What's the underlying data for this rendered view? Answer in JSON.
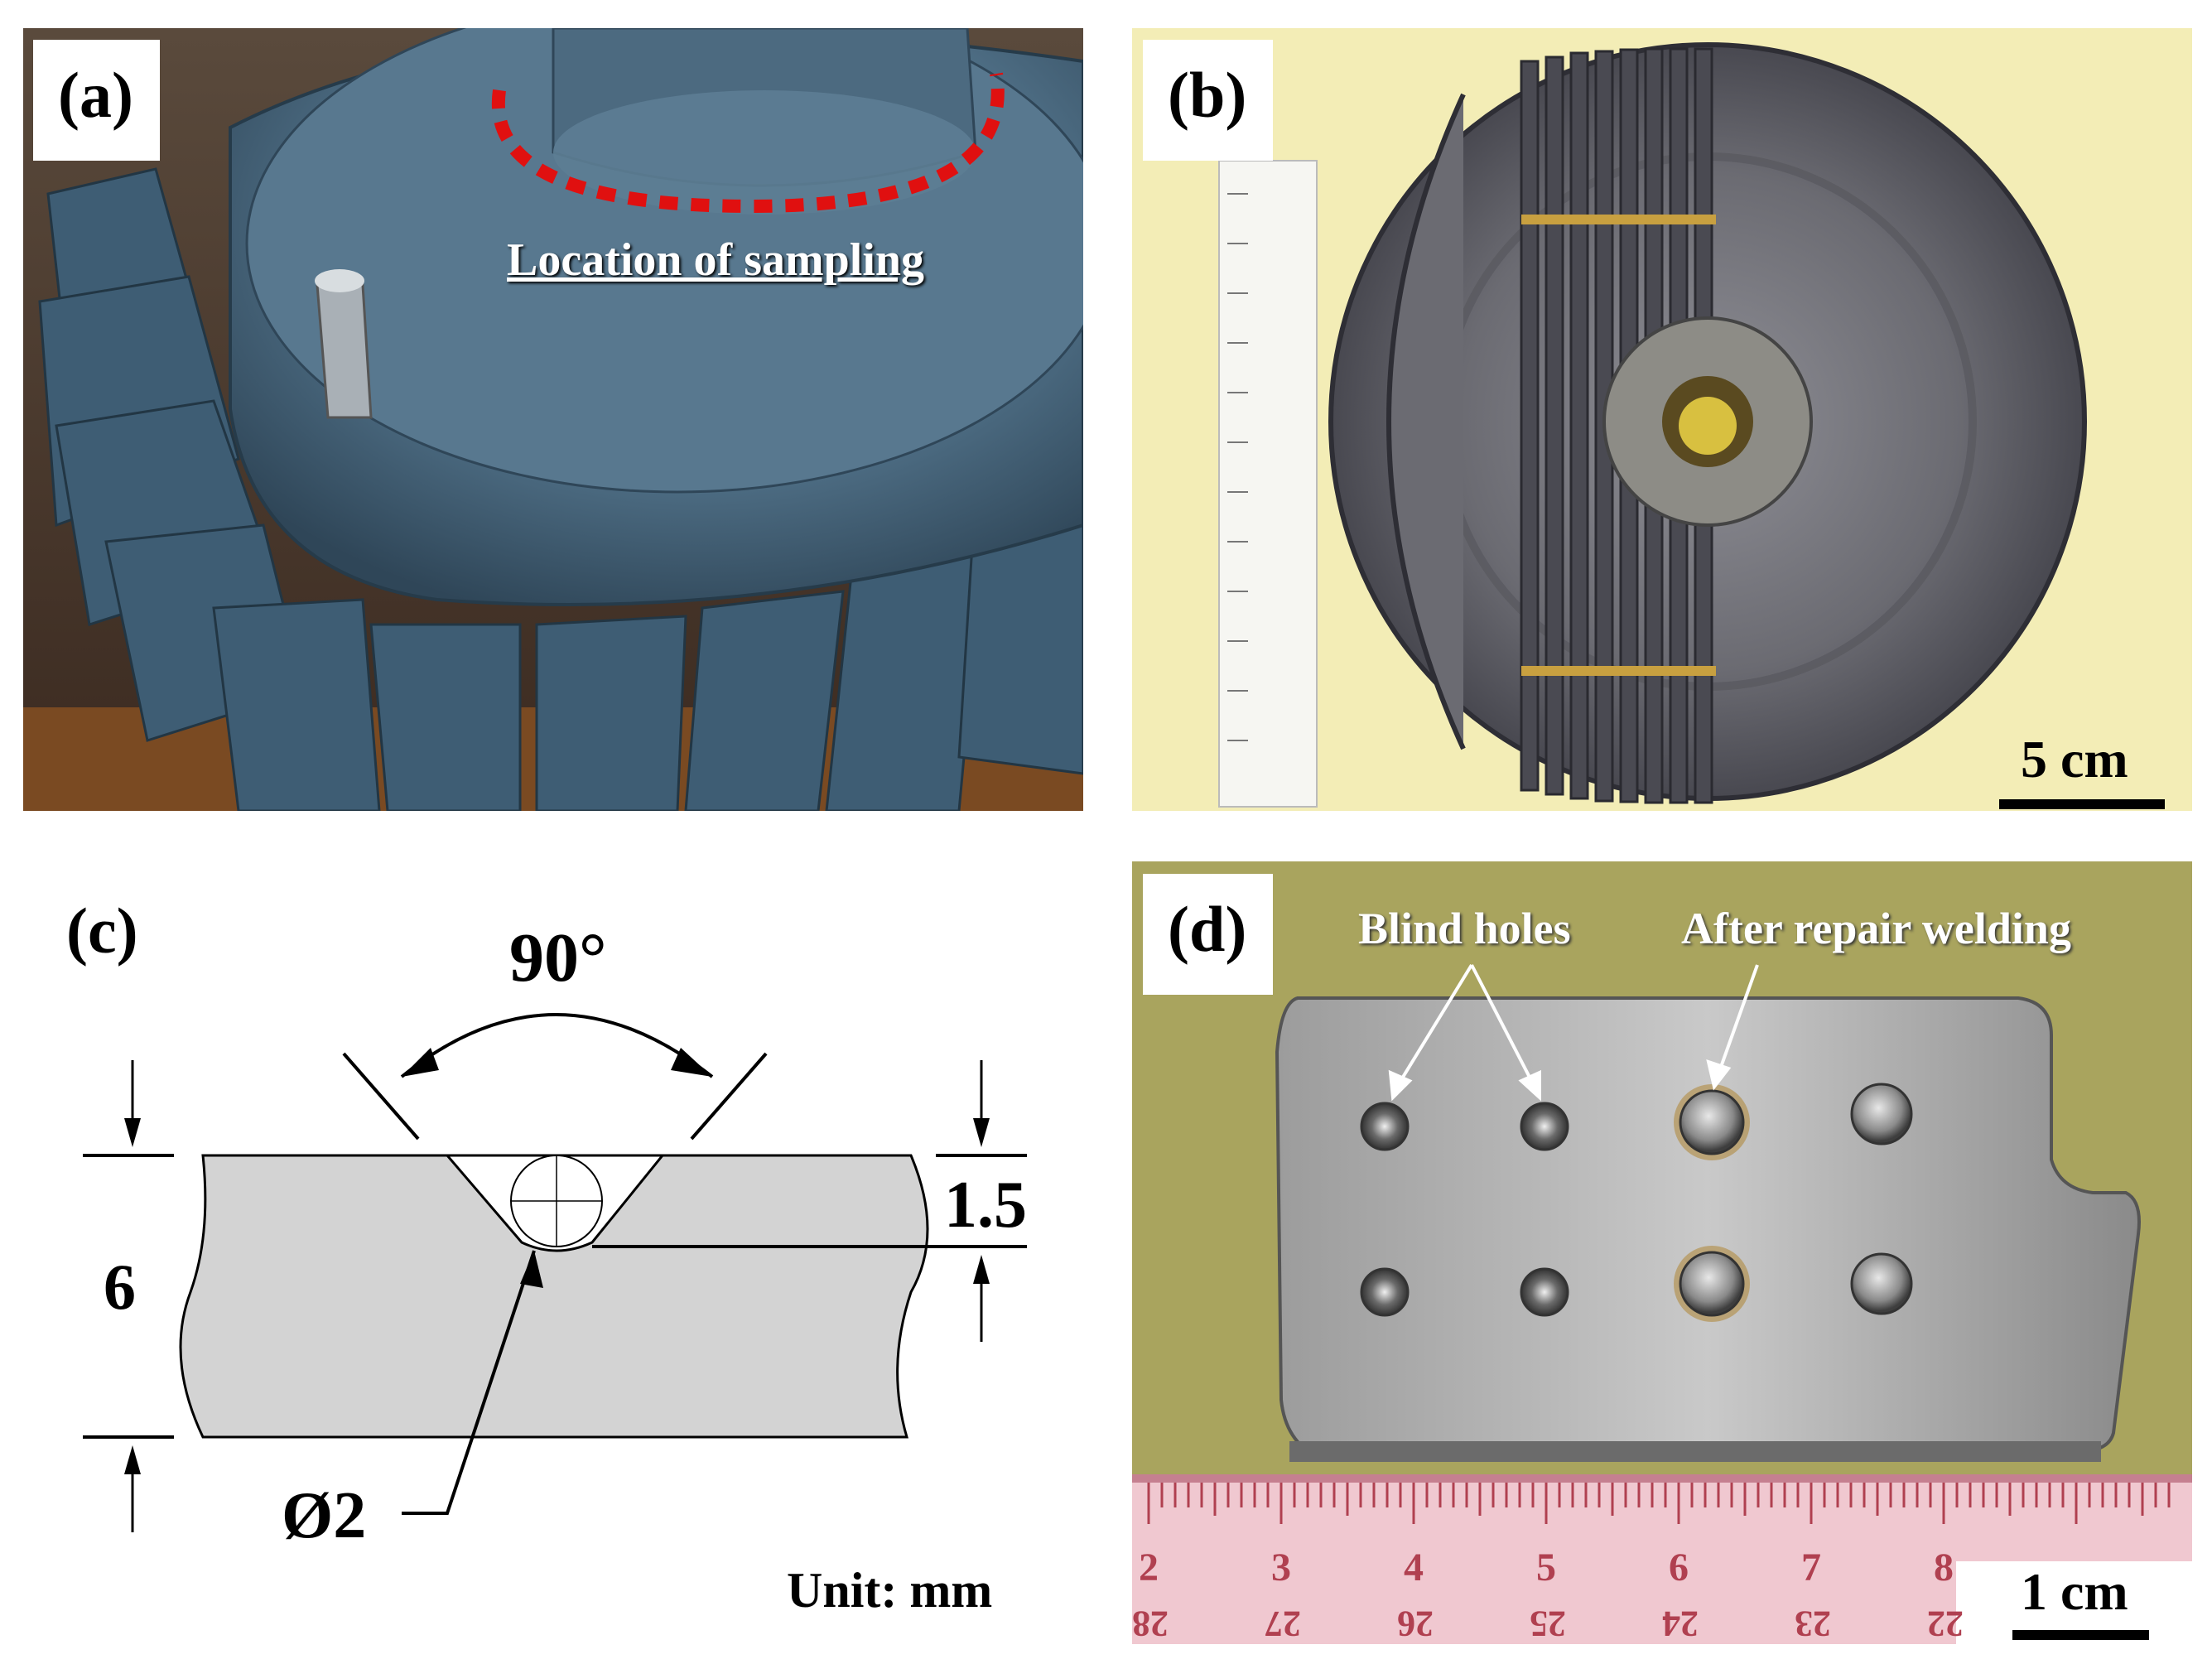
{
  "panels": {
    "a": {
      "label": "(a)",
      "annotation": "Location of sampling"
    },
    "b": {
      "label": "(b)",
      "scale_bar": "5 cm"
    },
    "c": {
      "label": "(c)",
      "angle": "90°",
      "thickness": "6",
      "depth": "1.5",
      "diameter": "Ø2",
      "unit": "Unit: mm"
    },
    "d": {
      "label": "(d)",
      "annotation_left": "Blind holes",
      "annotation_right": "After repair welding",
      "scale_bar": "1 cm",
      "ruler_numbers": [
        "2",
        "3",
        "4",
        "5",
        "6",
        "7",
        "8"
      ],
      "ruler_numbers_inverted": [
        "28",
        "27",
        "26",
        "25",
        "24",
        "23",
        "22"
      ]
    }
  },
  "colors": {
    "steel_blue": "#4f6f86",
    "section_gray": "#d3d3d3",
    "paper_yellow": "#f3edb6",
    "background_olive": "#a9a45e",
    "ruler_pink": "#f0c8d0",
    "marker_red": "#e01010"
  }
}
